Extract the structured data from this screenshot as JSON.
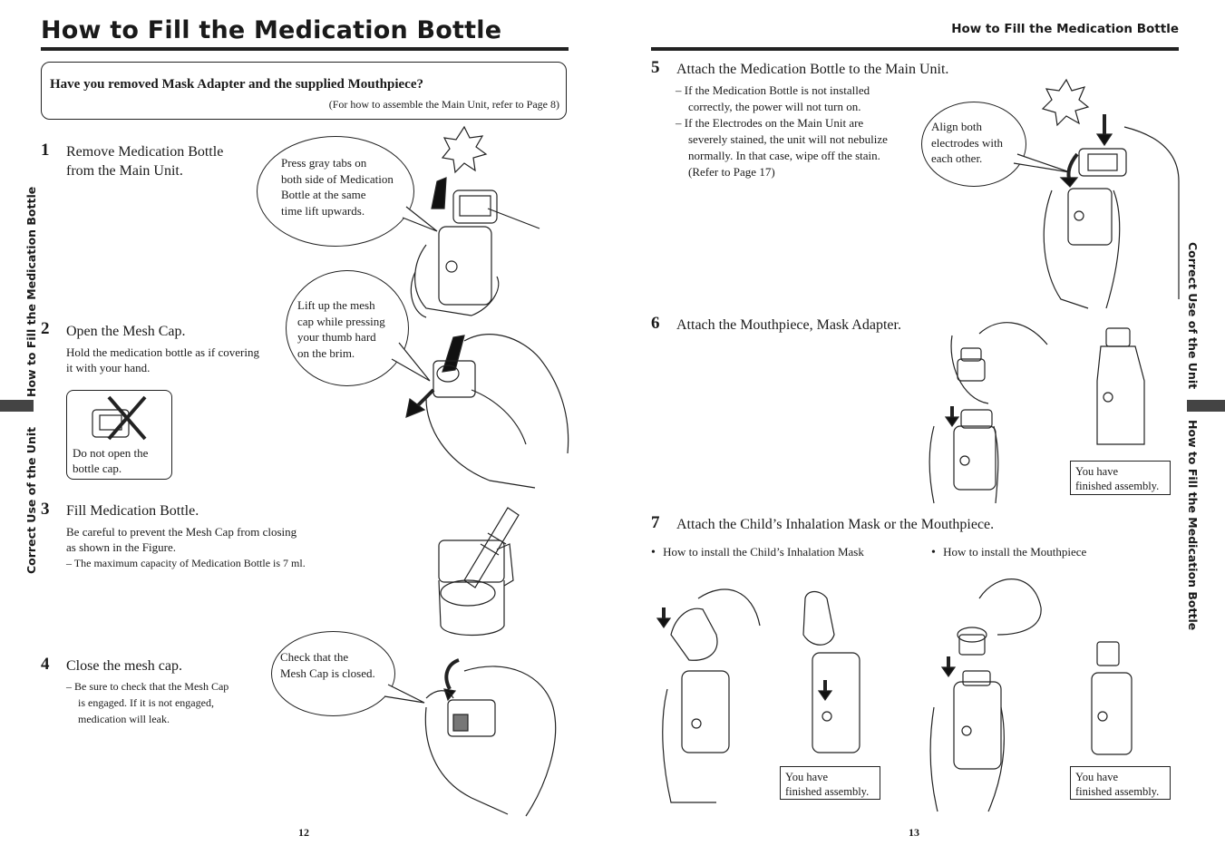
{
  "left_page": {
    "title": "How to Fill the Medication Bottle",
    "notice": {
      "question": "Have you removed Mask Adapter and the supplied Mouthpiece?",
      "reference": "(For how to assemble the Main Unit, refer to Page 8)"
    },
    "steps": [
      {
        "number": "1",
        "title_line1": "Remove Medication Bottle",
        "title_line2": "from the Main Unit.",
        "bubble": [
          "Press gray tabs on",
          "both side of Medication",
          "Bottle at the same",
          "time lift upwards."
        ]
      },
      {
        "number": "2",
        "title": "Open the Mesh Cap.",
        "note_line1": "Hold the medication bottle as if covering",
        "note_line2": "it with your hand.",
        "bubble": [
          "Lift up the mesh",
          "cap while pressing",
          "your thumb hard",
          "on the brim."
        ],
        "warning": [
          "Do not open the",
          "bottle cap."
        ]
      },
      {
        "number": "3",
        "title": "Fill Medication Bottle.",
        "note_line1": "Be careful to prevent the Mesh Cap from closing",
        "note_line2": "as shown in the Figure.",
        "sub_note": "–  The maximum capacity of Medication Bottle is 7 ml."
      },
      {
        "number": "4",
        "title": "Close the mesh cap.",
        "sub_note": [
          "–  Be sure to check that the Mesh Cap",
          "is engaged.  If it is not engaged,",
          "medication will leak."
        ],
        "bubble": [
          "Check that the",
          "Mesh Cap is closed."
        ]
      }
    ],
    "page_number": "12",
    "sidebar": {
      "upper": "How to Fill the Medication Bottle",
      "lower": "Correct Use of the Unit"
    }
  },
  "right_page": {
    "header": "How to Fill the Medication Bottle",
    "steps": [
      {
        "number": "5",
        "title": "Attach the Medication Bottle to the Main Unit.",
        "notes": [
          [
            "–  If the Medication Bottle is not installed",
            "correctly, the power will not turn on."
          ],
          [
            "–  If the Electrodes on the Main Unit are",
            "severely stained, the unit will not nebulize",
            "normally.  In that case, wipe off the stain.",
            "(Refer to Page 17)"
          ]
        ],
        "bubble": [
          "Align both",
          "electrodes with",
          "each other."
        ]
      },
      {
        "number": "6",
        "title": "Attach the Mouthpiece, Mask Adapter.",
        "finished": [
          "You have",
          "finished assembly."
        ]
      },
      {
        "number": "7",
        "title": "Attach the Child’s Inhalation Mask or the Mouthpiece.",
        "bullet_mask": "How to install the Child’s Inhalation Mask",
        "bullet_mouthpiece": "How to install the Mouthpiece",
        "finished_mask": [
          "You have",
          "finished assembly."
        ],
        "finished_mouthpiece": [
          "You have",
          "finished assembly."
        ]
      }
    ],
    "page_number": "13",
    "sidebar": {
      "upper": "Correct Use of the Unit",
      "lower": "How to Fill the Medication Bottle"
    }
  }
}
